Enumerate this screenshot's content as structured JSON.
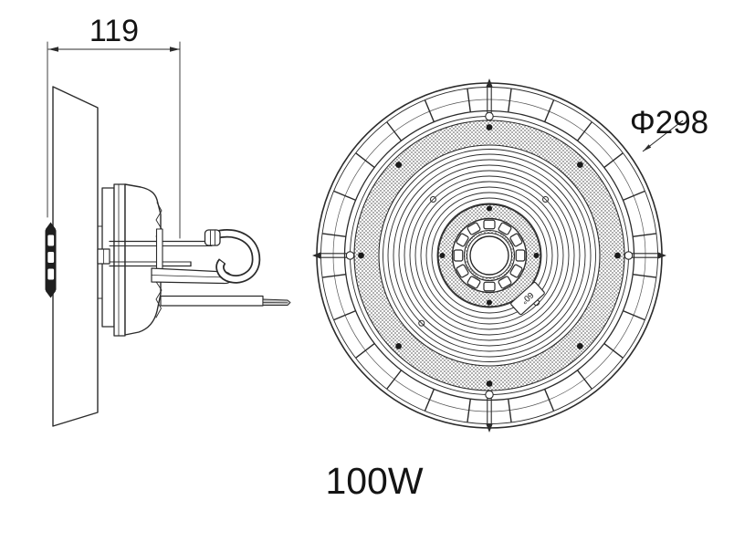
{
  "drawing": {
    "type": "technical-line-drawing",
    "caption": "100W",
    "side_view": {
      "width_dim_label": "119"
    },
    "top_view": {
      "diameter_dim_label": "Φ298",
      "hub_tag_label": "60°",
      "fin_count": 24,
      "outer_screw_count": 8,
      "hub_screw_count": 4,
      "hub_slot_count": 12
    },
    "colors": {
      "line": "#2b2b2b",
      "text": "#141414",
      "stipple_dot": "#777777",
      "background": "#ffffff"
    }
  }
}
